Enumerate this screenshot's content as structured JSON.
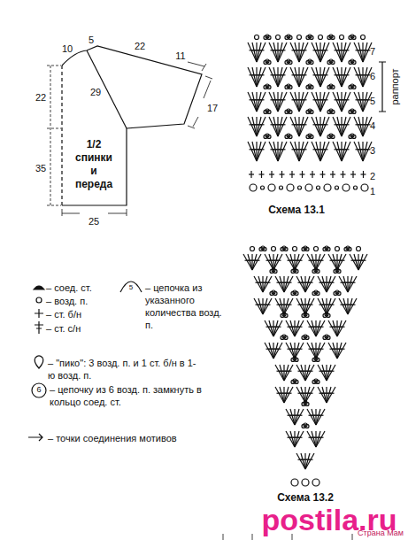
{
  "diagram": {
    "labels": [
      "10",
      "5",
      "22",
      "11",
      "22",
      "29",
      "17",
      "35",
      "25",
      "1/2 спинки и переда",
      "7",
      "6",
      "5",
      "4",
      "3",
      "2",
      "1",
      "раппорт",
      "Схема 13.1",
      "Схема 13.2",
      "5",
      "6",
      "postila.ru",
      "Страна Мам"
    ],
    "legend": [
      {
        "text": "– соед. ст."
      },
      {
        "text": "– возд. п."
      },
      {
        "text": "– ст. б/н"
      },
      {
        "text": "– ст. с/н"
      },
      {
        "text": "– цепочка из указанного количества возд. п."
      },
      {
        "text": "– \"пико\": 3 возд. п. и 1 ст. б/н в 1-ю возд. п."
      },
      {
        "text": "– цепочку из 6 возд. п. замкнуть в кольцо соед. ст."
      },
      {
        "text": "– точки соединения мотивов"
      }
    ]
  }
}
